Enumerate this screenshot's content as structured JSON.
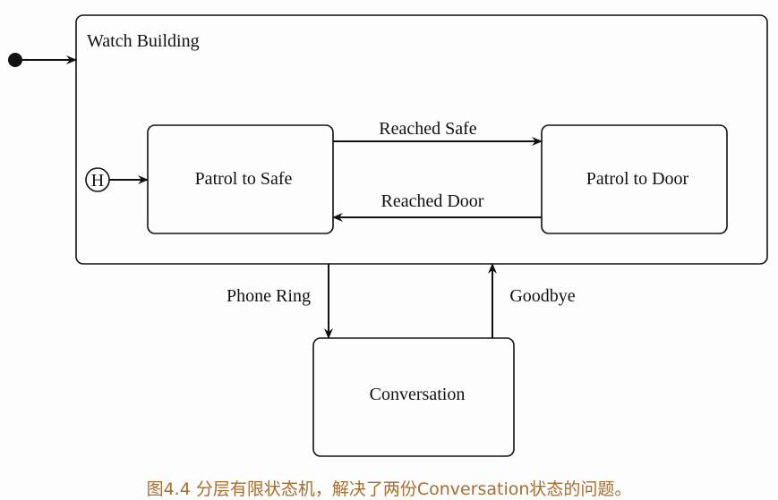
{
  "diagram": {
    "composite_state": "Watch Building",
    "history_marker": "H",
    "states": {
      "patrol_safe": "Patrol to Safe",
      "patrol_door": "Patrol to Door",
      "conversation": "Conversation"
    },
    "transitions": {
      "reached_safe": "Reached Safe",
      "reached_door": "Reached Door",
      "phone_ring": "Phone Ring",
      "goodbye": "Goodbye"
    }
  },
  "caption": "图4.4 分层有限状态机，解决了两份Conversation状态的问题。",
  "colors": {
    "caption": "#a86d2c",
    "stroke": "#111111"
  }
}
